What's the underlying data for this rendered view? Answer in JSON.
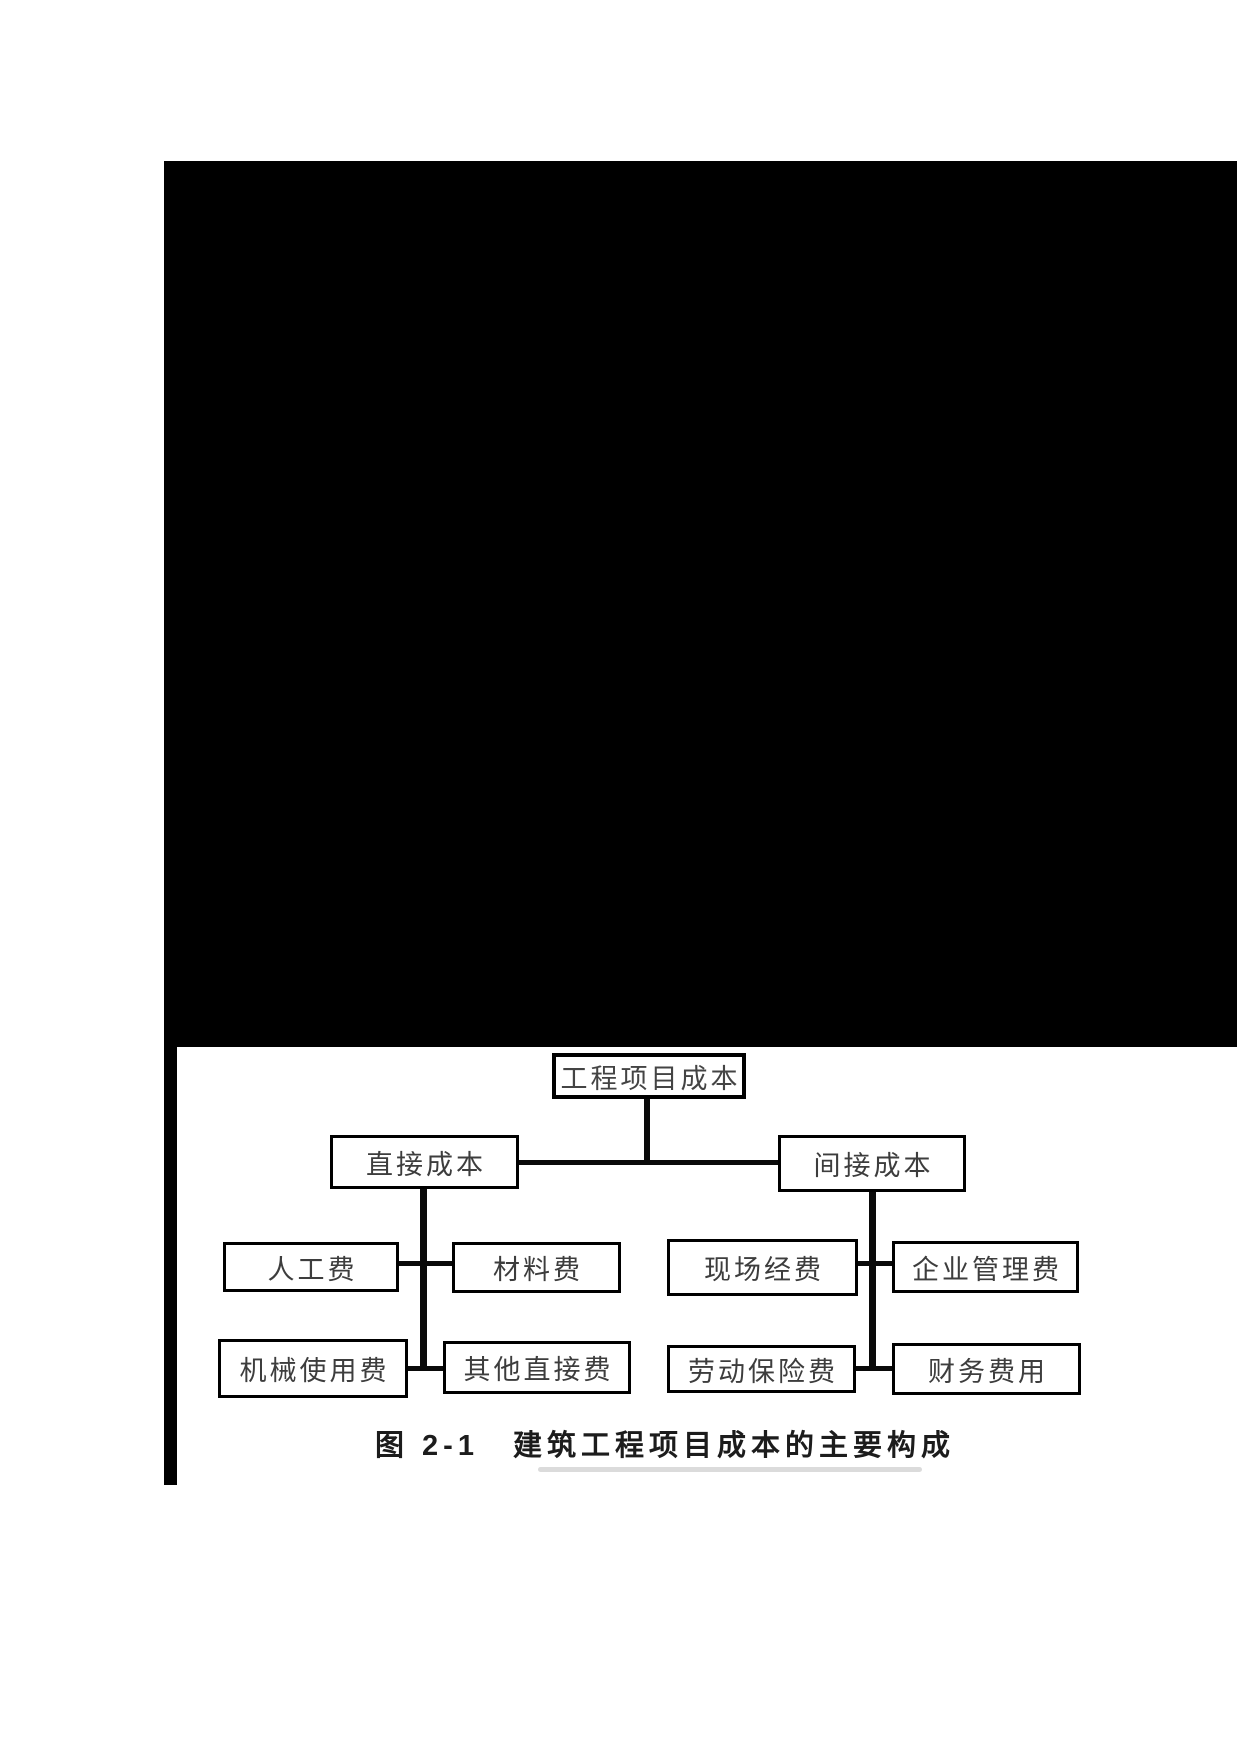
{
  "figure": {
    "caption": "图 2-1　建筑工程项目成本的主要构成",
    "figure_number": "图 2-1",
    "figure_title": "建筑工程项目成本的主要构成"
  },
  "diagram": {
    "type": "tree",
    "nodes": {
      "root": {
        "label": "工程项目成本"
      },
      "direct": {
        "label": "直接成本"
      },
      "indirect": {
        "label": "间接成本"
      },
      "labor": {
        "label": "人工费"
      },
      "material": {
        "label": "材料费"
      },
      "machinery": {
        "label": "机械使用费"
      },
      "other_direct": {
        "label": "其他直接费"
      },
      "site": {
        "label": "现场经费"
      },
      "management": {
        "label": "企业管理费"
      },
      "labor_insurance": {
        "label": "劳动保险费"
      },
      "finance": {
        "label": "财务费用"
      }
    },
    "hierarchy": {
      "工程项目成本": {
        "直接成本": [
          "人工费",
          "材料费",
          "机械使用费",
          "其他直接费"
        ],
        "间接成本": [
          "现场经费",
          "企业管理费",
          "劳动保险费",
          "财务费用"
        ]
      }
    }
  },
  "colors": {
    "page_background": "#ffffff",
    "redaction_block": "#000000",
    "box_border": "#000000",
    "box_text": "#3d3d3d",
    "connector": "#0a0a0a",
    "caption_text": "#1c1c1c"
  }
}
